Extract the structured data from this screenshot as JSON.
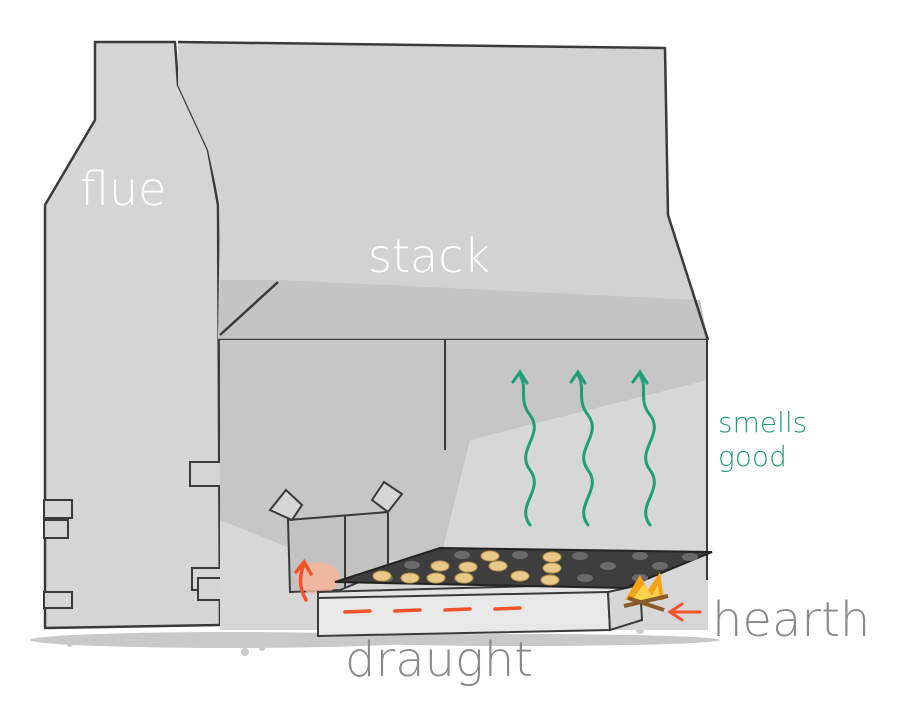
{
  "labels": {
    "flue": "flue",
    "stack": "stack",
    "smells_line1": "smells",
    "smells_line2": "good",
    "hearth": "hearth",
    "draught": "draught"
  },
  "colors": {
    "wall_light": "#d9d9d9",
    "wall_mid": "#cbcbcb",
    "wall_dark": "#bdbdbd",
    "outline": "#3a3a3a",
    "green": "#1f9e78",
    "red": "#f0532a",
    "tray": "#4a4a4a",
    "bean": "#e8c98a",
    "fire": "#f6a21a"
  }
}
